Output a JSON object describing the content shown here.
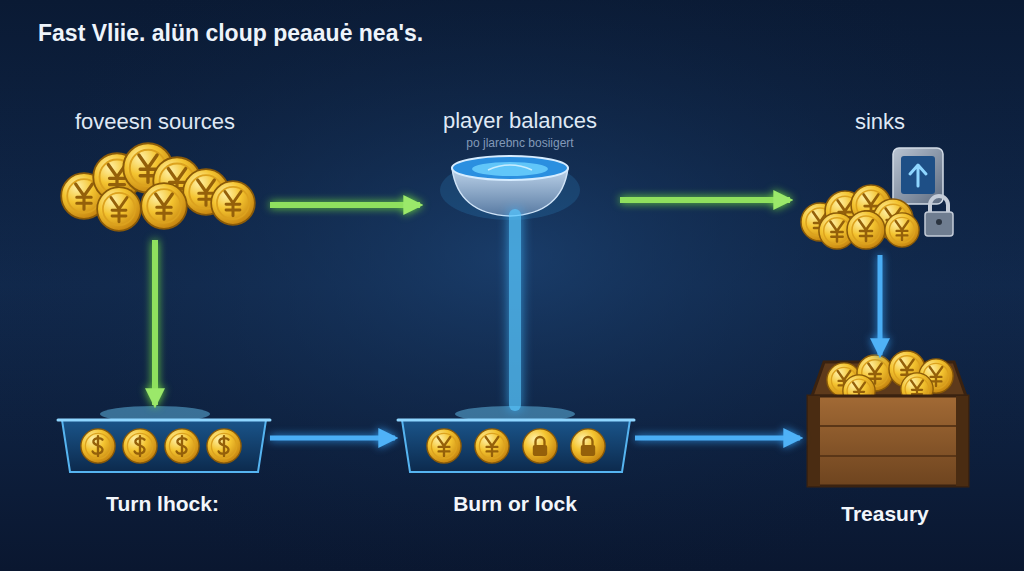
{
  "diagram": {
    "title": "Fast Vliie. alün cloup peaauė nea's.",
    "nodes": [
      {
        "text": [
          "foveesn sources"
        ]
      },
      {
        "text": [
          "player balances",
          "po jlarebnc bosiigert"
        ]
      },
      {
        "text": [
          "sinks"
        ]
      },
      {
        "text": [
          "Turn lhock:"
        ]
      },
      {
        "text": [
          "Burn or lock"
        ]
      },
      {
        "text": [
          "Treasury"
        ]
      }
    ],
    "edges": [
      {
        "from": 0,
        "to": 1,
        "arrow": "to"
      },
      {
        "from": 1,
        "to": 2,
        "arrow": "to"
      },
      {
        "from": 0,
        "to": 3,
        "arrow": "to"
      },
      {
        "from": 1,
        "to": 4,
        "arrow": "none"
      },
      {
        "from": 3,
        "to": 4,
        "arrow": "to"
      },
      {
        "from": 4,
        "to": 5,
        "arrow": "to"
      },
      {
        "from": 2,
        "to": 5,
        "arrow": "to"
      }
    ]
  }
}
